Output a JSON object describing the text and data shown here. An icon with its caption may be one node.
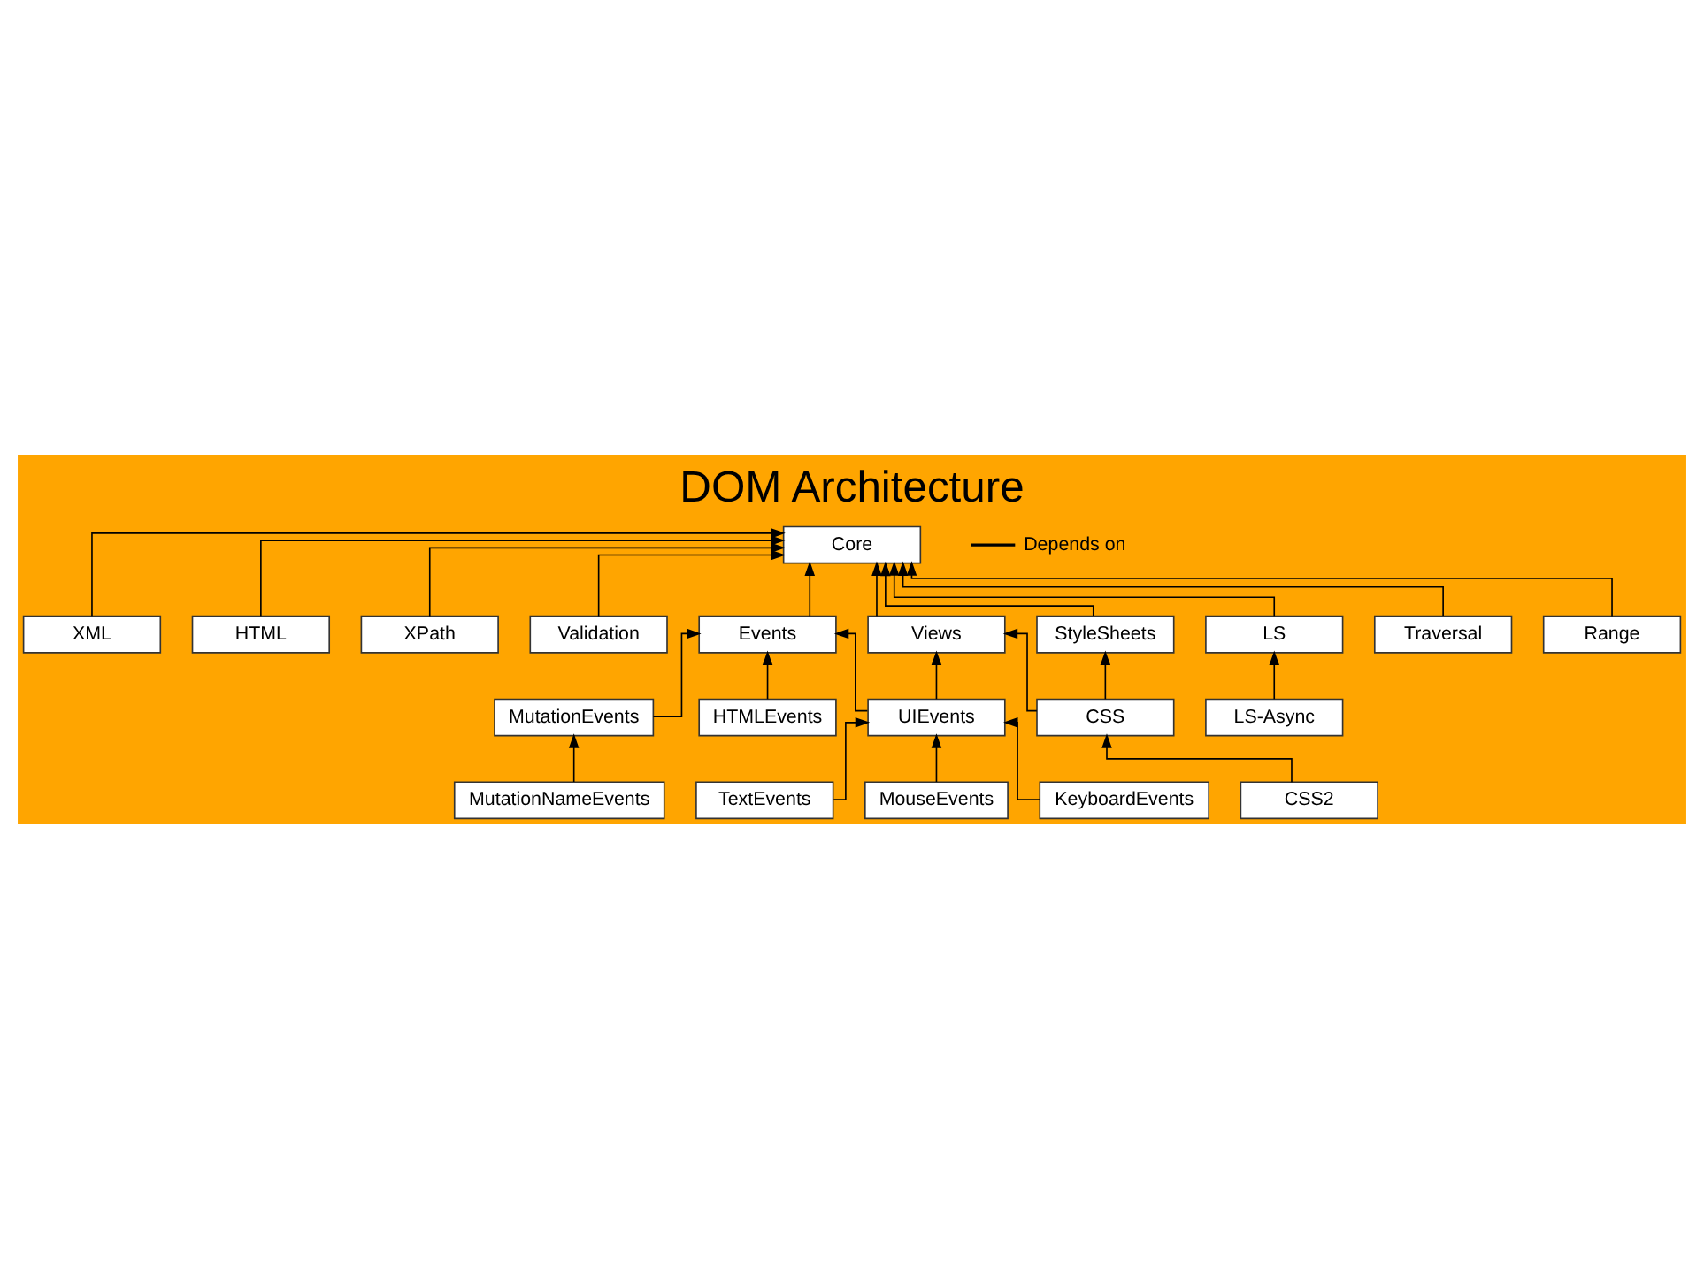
{
  "diagram": {
    "title": "DOM Architecture",
    "nodes": [
      {
        "text": [
          "Core"
        ]
      },
      {
        "text": [
          "XML"
        ]
      },
      {
        "text": [
          "HTML"
        ]
      },
      {
        "text": [
          "XPath"
        ]
      },
      {
        "text": [
          "Validation"
        ]
      },
      {
        "text": [
          "Events"
        ]
      },
      {
        "text": [
          "LS"
        ]
      },
      {
        "text": [
          "Views"
        ]
      },
      {
        "text": [
          "Traversal"
        ]
      },
      {
        "text": [
          "LS-Async"
        ]
      },
      {
        "text": [
          "StyleSheets"
        ]
      },
      {
        "text": [
          "Range"
        ]
      },
      {
        "text": [
          "HTMLEvents"
        ]
      },
      {
        "text": [
          "MutationEvents"
        ]
      },
      {
        "text": [
          "UIEvents"
        ]
      },
      {
        "text": [
          "CSS"
        ]
      },
      {
        "text": [
          "MutationNameEvents"
        ]
      },
      {
        "text": [
          "CSS2"
        ]
      },
      {
        "text": [
          "KeyboardEvents"
        ]
      },
      {
        "text": [
          "TextEvents"
        ]
      },
      {
        "text": [
          "MouseEvents"
        ]
      }
    ],
    "edges": [
      {
        "from": 1,
        "to": 0,
        "arrow": "to"
      },
      {
        "from": 2,
        "to": 0,
        "arrow": "to"
      },
      {
        "from": 3,
        "to": 0,
        "arrow": "to"
      },
      {
        "from": 8,
        "to": 0,
        "arrow": "to"
      },
      {
        "from": 11,
        "to": 0,
        "arrow": "to"
      },
      {
        "from": 4,
        "to": 0,
        "arrow": "to"
      },
      {
        "from": 5,
        "to": 0,
        "arrow": "to"
      },
      {
        "from": 6,
        "to": 0,
        "arrow": "to"
      },
      {
        "from": 7,
        "to": 0,
        "arrow": "to"
      },
      {
        "from": 10,
        "to": 0,
        "arrow": "to"
      },
      {
        "from": 9,
        "to": 6,
        "arrow": "to"
      },
      {
        "from": 12,
        "to": 5,
        "arrow": "to"
      },
      {
        "from": 13,
        "to": 5,
        "arrow": "to"
      },
      {
        "from": 14,
        "to": 5,
        "arrow": "to"
      },
      {
        "from": 14,
        "to": 7,
        "arrow": "to"
      },
      {
        "from": 15,
        "to": 7,
        "arrow": "to"
      },
      {
        "from": 15,
        "to": 10,
        "arrow": "to"
      },
      {
        "from": 16,
        "to": 13,
        "arrow": "to"
      },
      {
        "from": 17,
        "to": 15,
        "arrow": "to"
      },
      {
        "from": 18,
        "to": 14,
        "arrow": "to"
      },
      {
        "from": 19,
        "to": 14,
        "arrow": "to"
      },
      {
        "from": 20,
        "to": 14,
        "arrow": "to"
      }
    ],
    "legend": [
      {
        "text": "Depends on"
      }
    ]
  }
}
